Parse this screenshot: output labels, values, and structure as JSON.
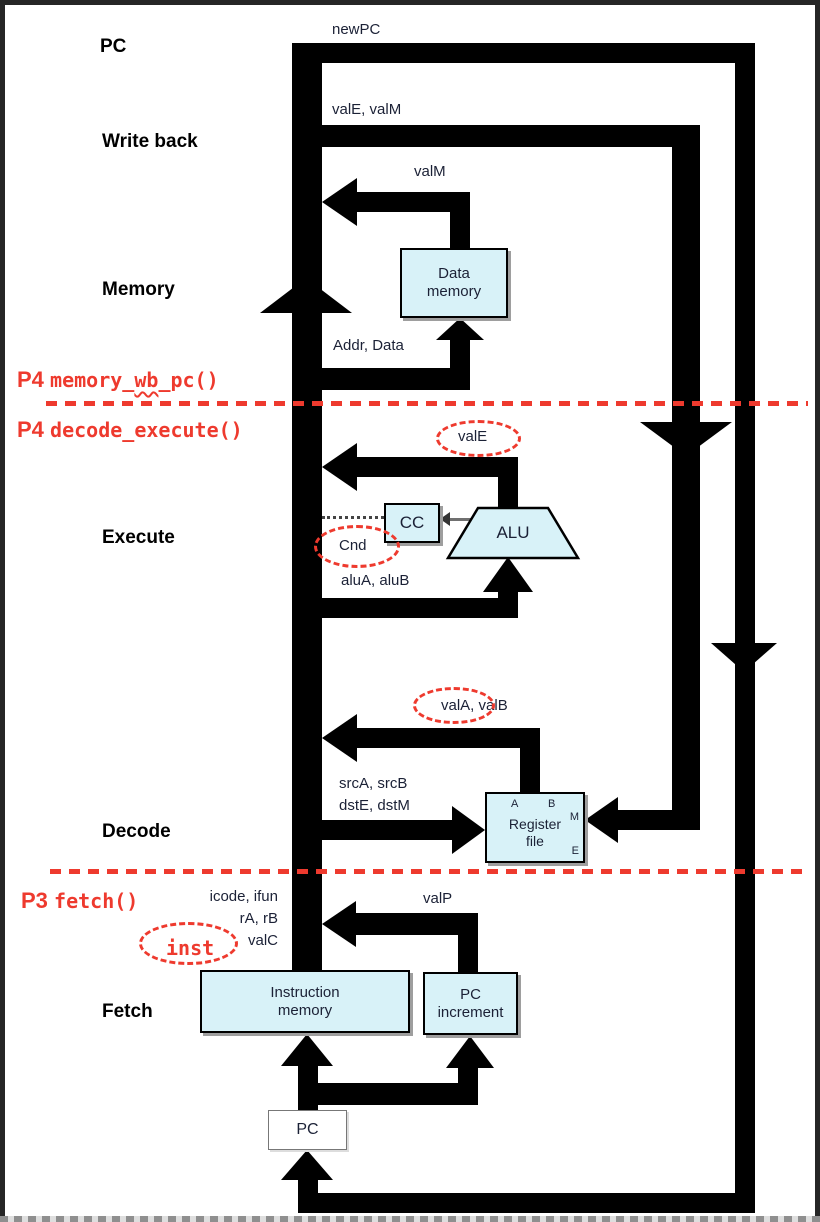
{
  "colors": {
    "accent_red": "#ee3a2e",
    "box_fill": "#d8f2f8",
    "line_black": "#000000"
  },
  "stages": {
    "pc": "PC",
    "write_back": "Write back",
    "memory": "Memory",
    "execute": "Execute",
    "decode": "Decode",
    "fetch": "Fetch"
  },
  "signals": {
    "newpc": "newPC",
    "vale_valm": "valE, valM",
    "valm": "valM",
    "addr_data": "Addr, Data",
    "vale": "valE",
    "cnd": "Cnd",
    "alua_alub": "aluA, aluB",
    "vala_valb": "valA, valB",
    "srca_srcb": "srcA, srcB",
    "dste_dstm": "dstE, dstM",
    "icode_ifun": "icode, ifun",
    "ra_rb": "rA, rB",
    "valc": "valC",
    "valp": "valP"
  },
  "blocks": {
    "data_memory_l1": "Data",
    "data_memory_l2": "memory",
    "cc": "CC",
    "alu": "ALU",
    "regfile_l1": "Register",
    "regfile_l2": "file",
    "port_a": "A",
    "port_b": "B",
    "port_m": "M",
    "port_e": "E",
    "instr_mem_l1": "Instruction",
    "instr_mem_l2": "memory",
    "pc_inc_l1": "PC",
    "pc_inc_l2": "increment",
    "pc_box": "PC"
  },
  "annotations": {
    "p4_memory_tag": "P4",
    "p4_memory_fn_a": "memory_",
    "p4_memory_fn_b": "wb",
    "p4_memory_fn_c": "_pc()",
    "p4_decode_tag": "P4",
    "p4_decode_fn": "decode_execute()",
    "p3_fetch_tag": "P3",
    "p3_fetch_fn": "fetch()",
    "inst_note": "inst"
  }
}
